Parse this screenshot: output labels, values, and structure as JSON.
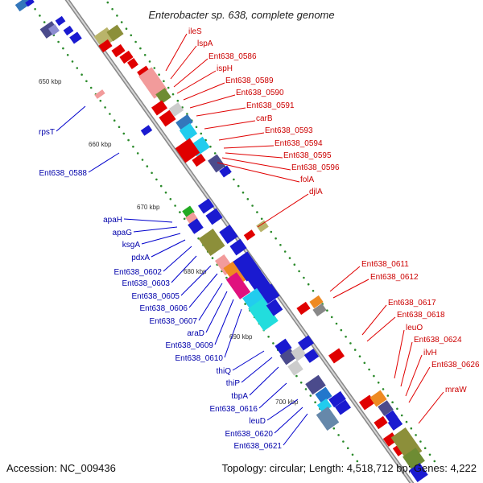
{
  "title": "Enterobacter sp. 638, complete genome",
  "footer": {
    "accession": "Accession: NC_009436",
    "summary": "Topology: circular; Length: 4,518,712 bp; Genes: 4,222"
  },
  "colors": {
    "plus_strand_label": "#cc0000",
    "minus_strand_label": "#0000aa",
    "backbone": "#999999",
    "tick_dots": "#2a8a2a"
  },
  "kbp_labels": [
    "650 kbp",
    "660 kbp",
    "670 kbp",
    "680 kbp",
    "690 kbp",
    "700 kbp"
  ],
  "plus_labels": [
    "ileS",
    "lspA",
    "Ent638_0586",
    "ispH",
    "Ent638_0589",
    "Ent638_0590",
    "Ent638_0591",
    "carB",
    "Ent638_0593",
    "Ent638_0594",
    "Ent638_0595",
    "Ent638_0596",
    "folA",
    "djlA",
    "Ent638_0611",
    "Ent638_0612",
    "Ent638_0617",
    "Ent638_0618",
    "leuO",
    "Ent638_0624",
    "ilvH",
    "Ent638_0626",
    "mraW"
  ],
  "minus_labels": [
    "rpsT",
    "Ent638_0588",
    "apaH",
    "apaG",
    "ksgA",
    "pdxA",
    "Ent638_0602",
    "Ent638_0603",
    "Ent638_0605",
    "Ent638_0606",
    "Ent638_0607",
    "araD",
    "Ent638_0609",
    "Ent638_0610",
    "thiQ",
    "thiP",
    "tbpA",
    "Ent638_0616",
    "leuD",
    "Ent638_0620",
    "Ent638_0621"
  ]
}
